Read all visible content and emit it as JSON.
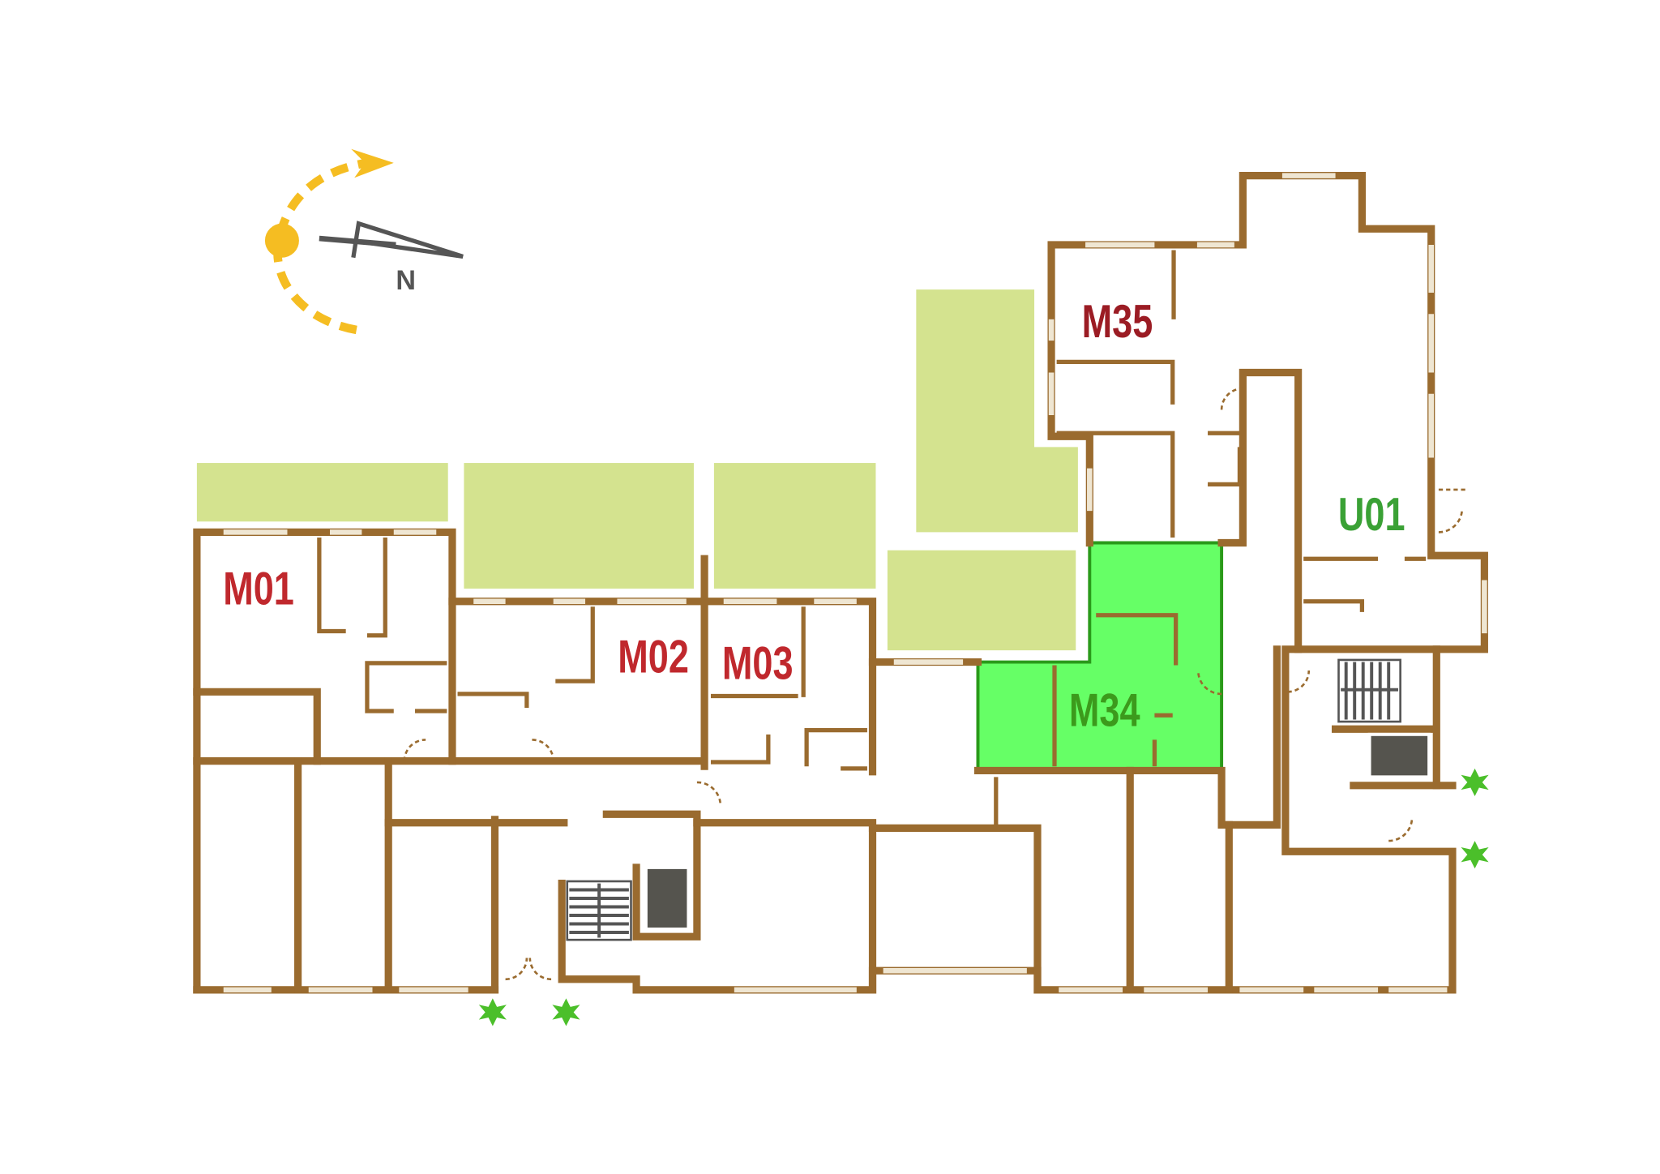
{
  "compass": {
    "north_label": "N",
    "icon": "sun-path-icon"
  },
  "units": [
    {
      "id": "M01",
      "status": "unavailable"
    },
    {
      "id": "M02",
      "status": "unavailable"
    },
    {
      "id": "M03",
      "status": "unavailable"
    },
    {
      "id": "M35",
      "status": "unavailable"
    },
    {
      "id": "M34",
      "status": "selected"
    },
    {
      "id": "U01",
      "status": "available"
    }
  ],
  "colors": {
    "wall": "#9a6b2f",
    "terrace": "#d4e38f",
    "selected_fill": "#66ff66",
    "label_red": "#c0282d",
    "label_darkred": "#9b1c24",
    "label_green": "#3c9a1c",
    "sun": "#f5bd22"
  }
}
